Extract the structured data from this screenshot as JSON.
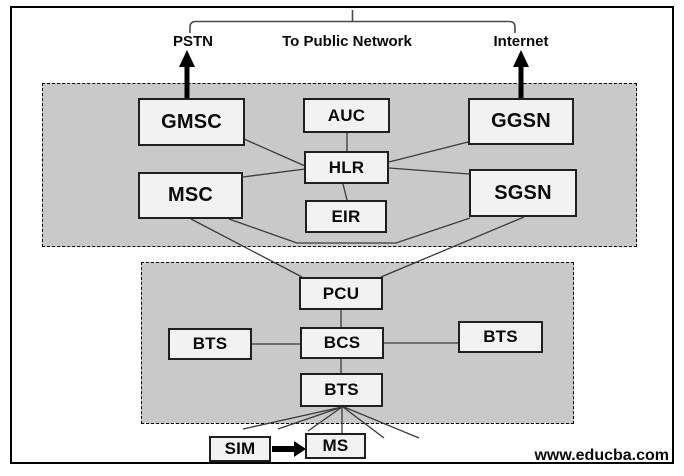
{
  "top_labels": {
    "pstn": "PSTN",
    "public_network": "To Public Network",
    "internet": "Internet"
  },
  "nodes": {
    "gmsc": {
      "label": "GMSC"
    },
    "auc": {
      "label": "AUC"
    },
    "ggsn": {
      "label": "GGSN"
    },
    "hlr": {
      "label": "HLR"
    },
    "msc": {
      "label": "MSC"
    },
    "eir": {
      "label": "EIR"
    },
    "sgsn": {
      "label": "SGSN"
    },
    "pcu": {
      "label": "PCU"
    },
    "bts_left": {
      "label": "BTS"
    },
    "bcs": {
      "label": "BCS"
    },
    "bts_right": {
      "label": "BTS"
    },
    "bts_center": {
      "label": "BTS"
    },
    "sim": {
      "label": "SIM"
    },
    "ms": {
      "label": "MS"
    }
  },
  "edges": [
    [
      "GMSC",
      "PSTN"
    ],
    [
      "GGSN",
      "Internet"
    ],
    [
      "GMSC",
      "HLR"
    ],
    [
      "MSC",
      "HLR"
    ],
    [
      "AUC",
      "HLR"
    ],
    [
      "HLR",
      "EIR"
    ],
    [
      "HLR",
      "GGSN"
    ],
    [
      "HLR",
      "SGSN"
    ],
    [
      "MSC",
      "PCU"
    ],
    [
      "SGSN",
      "PCU"
    ],
    [
      "MSC",
      "SGSN"
    ],
    [
      "PCU",
      "BCS"
    ],
    [
      "BTS-left",
      "BCS"
    ],
    [
      "BCS",
      "BTS-right"
    ],
    [
      "BCS",
      "BTS-center"
    ],
    [
      "BTS-center",
      "MS"
    ],
    [
      "SIM",
      "MS"
    ]
  ],
  "watermark": "www.educba.com",
  "colors": {
    "region-fill": "#c9c9c9",
    "node-fill": "#f2f2f2",
    "node-border": "#1f1f1f",
    "line": "#3a3a3a",
    "frame": "#000000"
  }
}
